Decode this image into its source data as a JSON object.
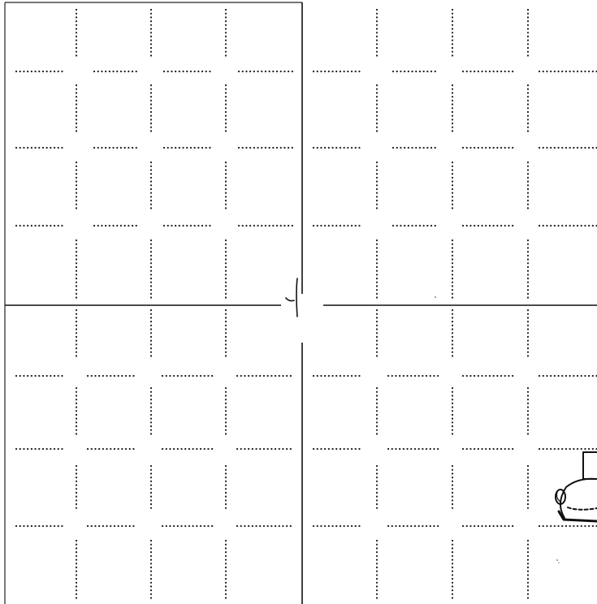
{
  "page": {
    "background_color": "#ffffff",
    "line_color": "#111111",
    "dot_color": "#222222"
  },
  "grid": {
    "quadrants": 4,
    "cells_per_quadrant": "4x4",
    "style": "dotted"
  },
  "marks": {
    "center_symbol": "4",
    "corner_sketch_icon": "robot-sketch-icon"
  }
}
